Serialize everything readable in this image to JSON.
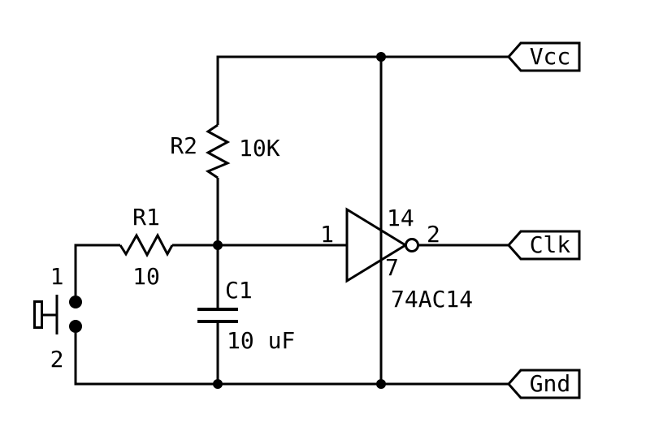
{
  "schematic": {
    "colors": {
      "background": "#ffffff",
      "ink": "#000000"
    },
    "flags": {
      "vcc": "Vcc",
      "clk": "Clk",
      "gnd": "Gnd"
    },
    "resistor_r2": {
      "ref": "R2",
      "value": "10K"
    },
    "resistor_r1": {
      "ref": "R1",
      "value": "10"
    },
    "capacitor_c1": {
      "ref": "C1",
      "value": "10 uF"
    },
    "inverter": {
      "part": "74AC14",
      "pin_input": "1",
      "pin_output": "2",
      "pin_vcc": "14",
      "pin_gnd": "7"
    },
    "pushbutton": {
      "pin_top": "1",
      "pin_bottom": "2"
    }
  }
}
